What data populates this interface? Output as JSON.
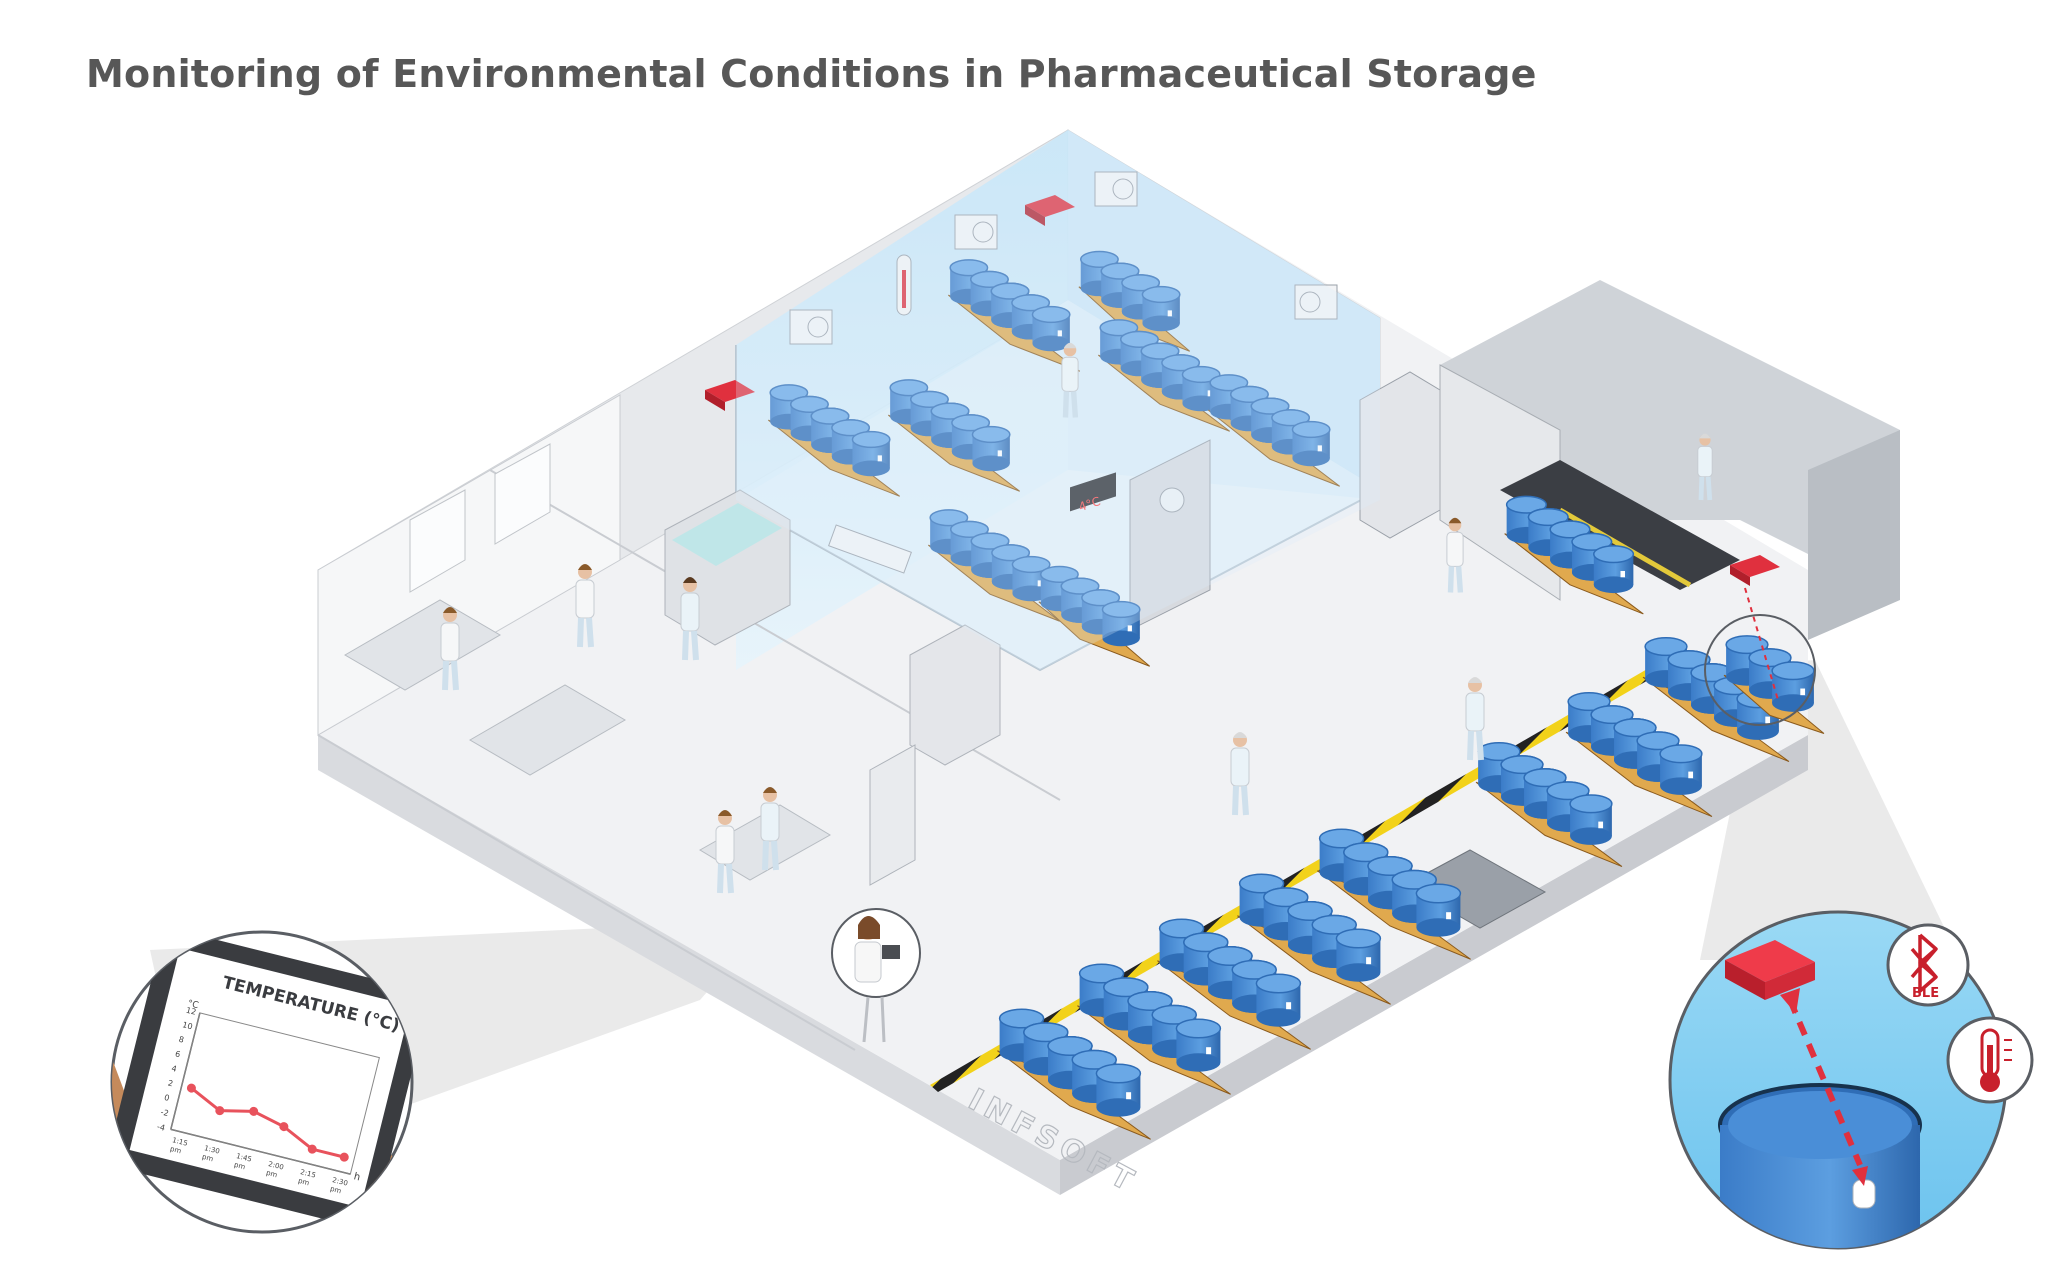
{
  "title": "Monitoring of Environmental Conditions in Pharmaceutical Storage",
  "watermark": "INFSOFT",
  "tablet": {
    "heading": "TEMPERATURE (°C)",
    "y_unit": "°C",
    "y_ticks": [
      "12",
      "10",
      "8",
      "6",
      "4",
      "2",
      "0",
      "-2",
      "-4"
    ],
    "x_ticks": [
      "1:15 pm",
      "1:30 pm",
      "1:45 pm",
      "2:00 pm",
      "2:15 pm",
      "2:30 pm"
    ],
    "x_unit": "h",
    "readings": [
      2,
      0,
      1,
      0,
      -2,
      -2
    ]
  },
  "display_readout": "4°C",
  "badges": {
    "ble": "BLE"
  },
  "colors": {
    "barrel": "#4f8fd6",
    "barrel_dark": "#2f6db6",
    "sensor_red": "#e0303e",
    "chart_line": "#e8525c",
    "floor": "#f1f2f4",
    "cold_room": "#cfe9f9",
    "hazard_yellow": "#f2d21a",
    "zoom_blue": "#7fd0f3"
  },
  "icons": [
    "air-conditioner-icon",
    "thermometer-icon",
    "sensor-beacon-icon",
    "bluetooth-icon",
    "tablet-icon",
    "barrel-icon",
    "pallet-icon"
  ]
}
